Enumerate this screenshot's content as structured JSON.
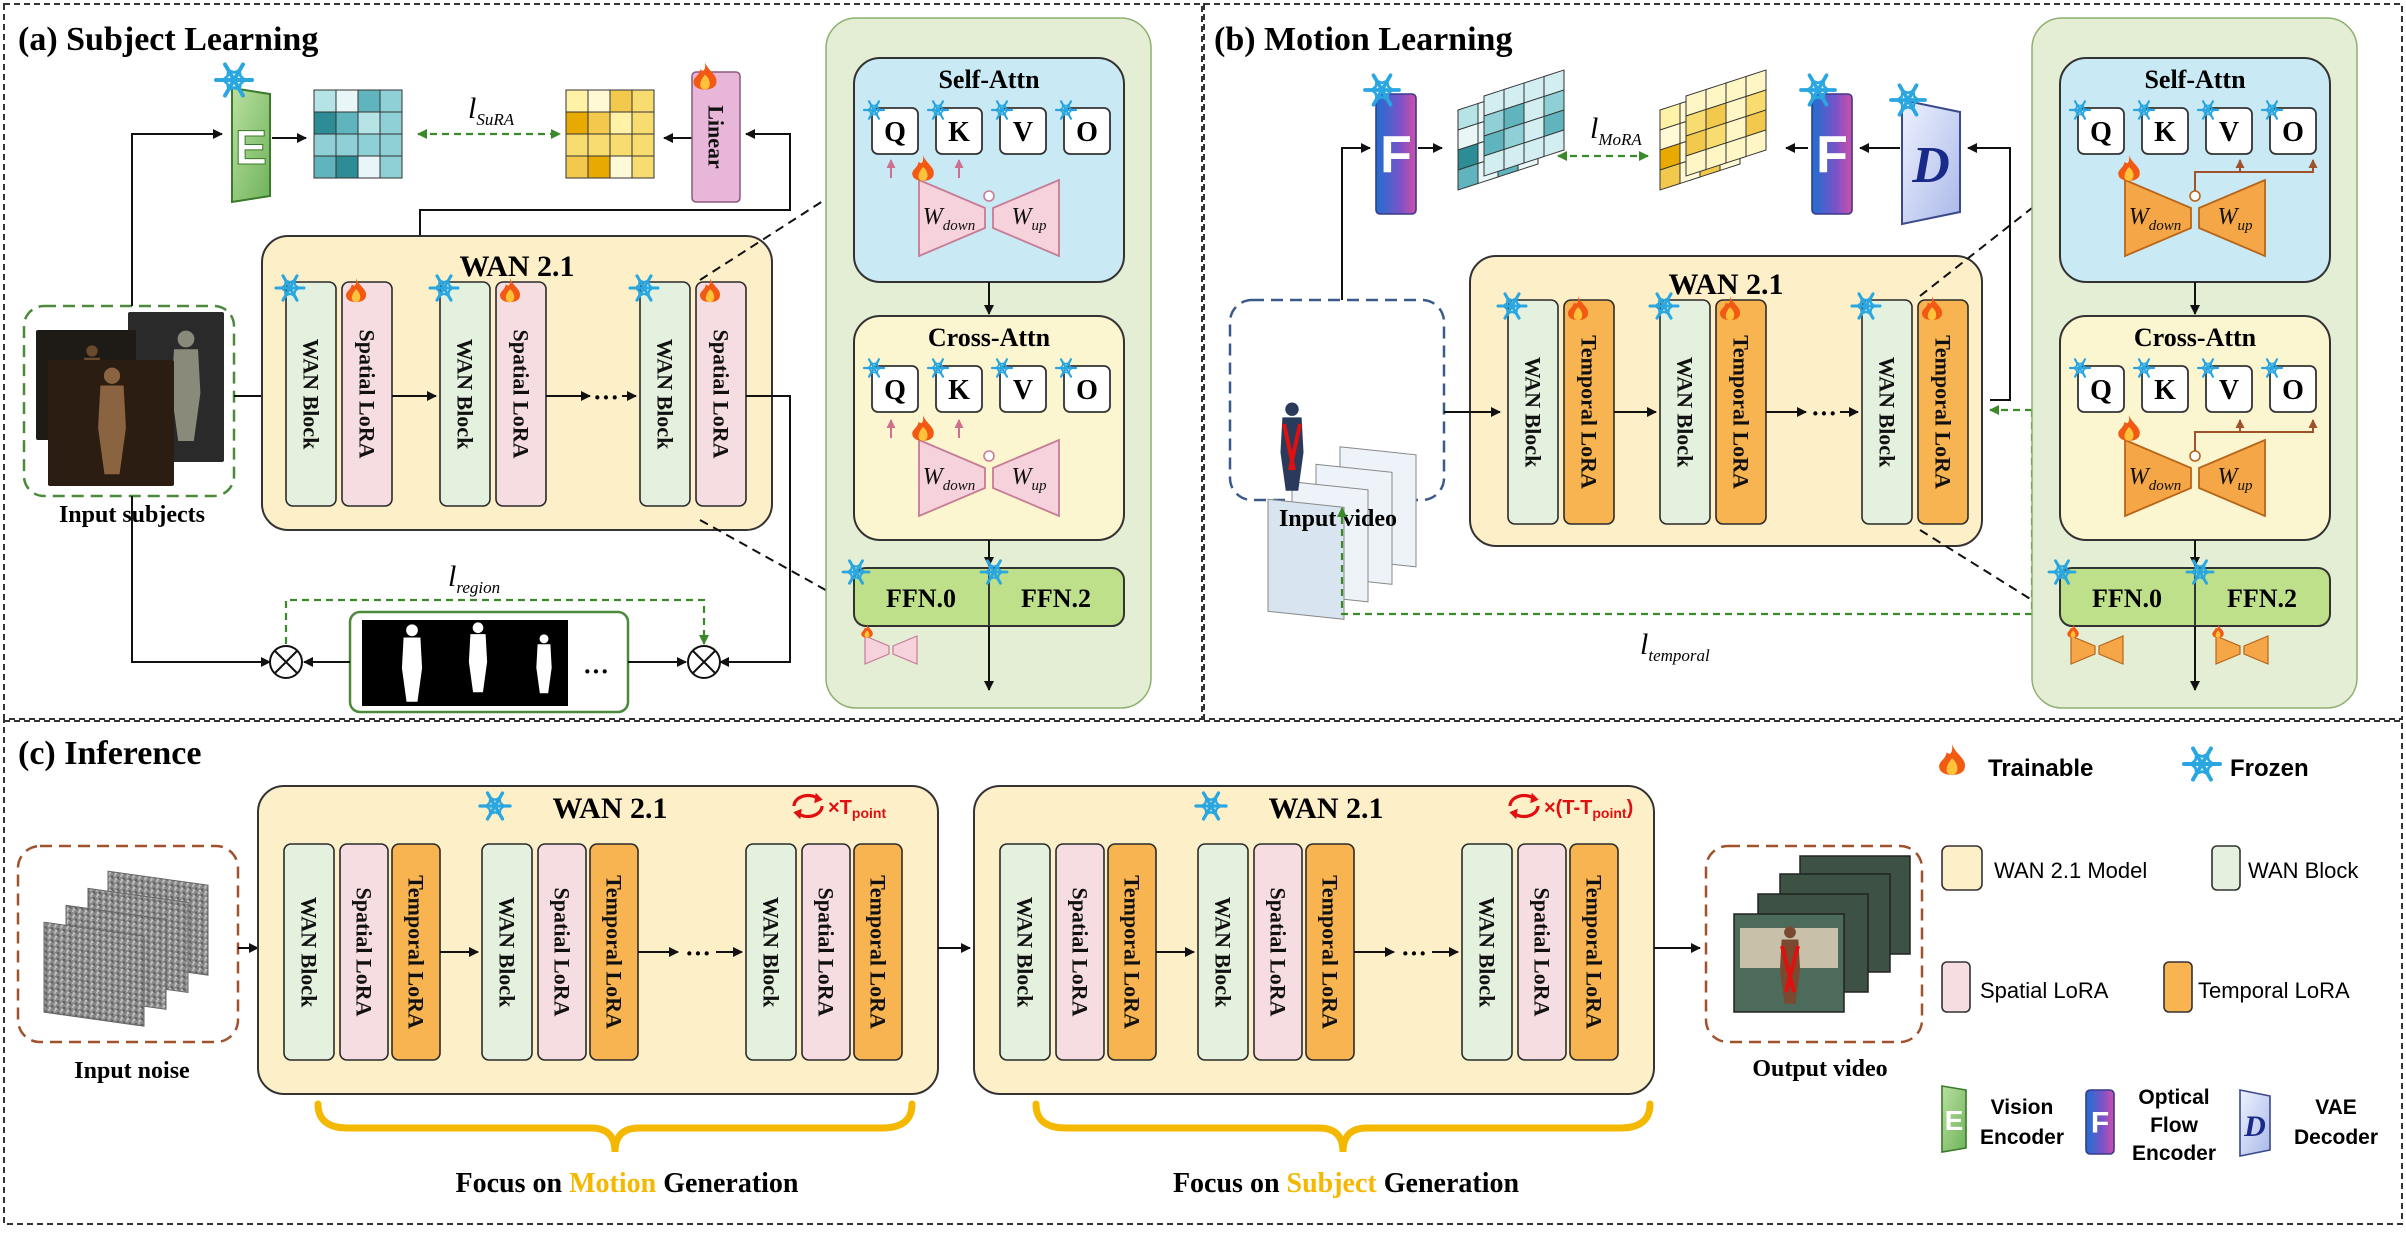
{
  "panel_a": {
    "title": "(a)  Subject Learning",
    "wan_title": "WAN 2.1",
    "wan_block": "WAN Block",
    "spatial_lora": "Spatial LoRA",
    "ellipsis": "···",
    "linear": "Linear",
    "encoder_letter": "E",
    "loss_sura": "l",
    "loss_sura_sub": "SuRA",
    "loss_region": "l",
    "loss_region_sub": "region",
    "input_label": "Input subjects"
  },
  "panel_b": {
    "title": "(b)  Motion Learning",
    "wan_title": "WAN 2.1",
    "wan_block": "WAN Block",
    "temporal_lora": "Temporal LoRA",
    "ellipsis": "···",
    "flow_letter": "F",
    "vae_letter": "D",
    "loss_mora": "l",
    "loss_mora_sub": "MoRA",
    "loss_temporal": "l",
    "loss_temporal_sub": "temporal",
    "input_label": "Input video"
  },
  "attention": {
    "self_attn": "Self-Attn",
    "cross_attn": "Cross-Attn",
    "q": "Q",
    "k": "K",
    "v": "V",
    "o": "O",
    "w": "W",
    "down": "down",
    "up": "up",
    "ffn0": "FFN.0",
    "ffn2": "FFN.2"
  },
  "panel_c": {
    "title": "(c)  Inference",
    "wan_title": "WAN 2.1",
    "wan_block": "WAN Block",
    "spatial_lora": "Spatial LoRA",
    "temporal_lora": "Temporal LoRA",
    "ellipsis": "···",
    "repeat1": "×T",
    "repeat1_sub": "point",
    "repeat2": "×(T-T",
    "repeat2_sub": "point",
    "repeat2_end": ")",
    "input_label": "Input noise",
    "output_label": "Output video",
    "focus1_pre": "Focus on ",
    "focus1_key": "Motion",
    "focus1_post": " Generation",
    "focus2_pre": "Focus on ",
    "focus2_key": "Subject",
    "focus2_post": " Generation"
  },
  "legend": {
    "trainable": "Trainable",
    "frozen": "Frozen",
    "wan_model": "WAN 2.1 Model",
    "wan_block": "WAN Block",
    "spatial_lora": "Spatial LoRA",
    "temporal_lora": "Temporal LoRA",
    "vision_1": "Vision",
    "vision_2": "Encoder",
    "flow_1": "Optical",
    "flow_2": "Flow",
    "flow_3": "Encoder",
    "vae_1": "VAE",
    "vae_2": "Decoder",
    "e_letter": "E",
    "f_letter": "F",
    "d_letter": "D"
  },
  "colors": {
    "wan_bg": "#fdefc8",
    "block_green": "#e4f1df",
    "lora_pink": "#f6dde2",
    "lora_orange": "#f7b450",
    "attn_bg": "#e3eed5",
    "self_attn_bg": "#c9eaf4",
    "cross_attn_bg": "#fbf6cf",
    "highlight": "#f5b800",
    "red": "#e01010"
  }
}
